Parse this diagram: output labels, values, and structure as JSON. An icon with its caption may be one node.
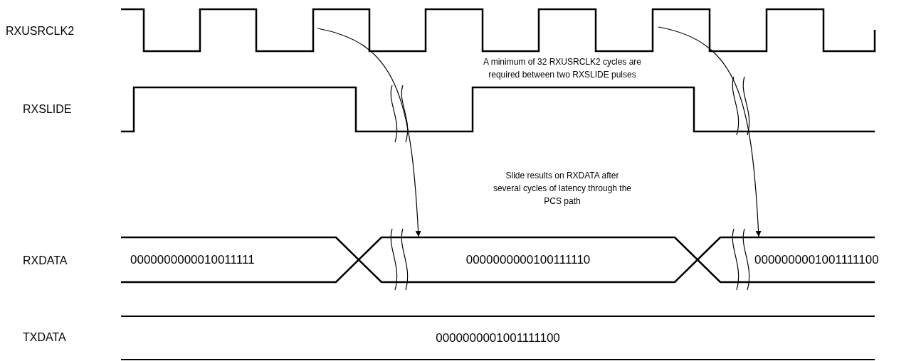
{
  "diagram": {
    "nodes": [
      {
        "text": [
          "0000000000010011111"
        ]
      },
      {
        "text": [
          "0000000000100111110"
        ]
      },
      {
        "text": [
          "0000000001001111100"
        ]
      },
      {
        "text": [
          "0000000001001111100"
        ]
      }
    ],
    "edges": [
      {
        "from": null,
        "to": 1,
        "arrow": "to"
      },
      {
        "from": null,
        "to": 2,
        "arrow": "to"
      }
    ],
    "labels": [
      "RXUSRCLK2",
      "A minimum of 32 RXUSRCLK2 cycles are required between two RXSLIDE pulses",
      "RXSLIDE",
      "Slide results on RXDATA after several cycles of latency through the PCS path",
      "RXDATA",
      "TXDATA"
    ]
  }
}
